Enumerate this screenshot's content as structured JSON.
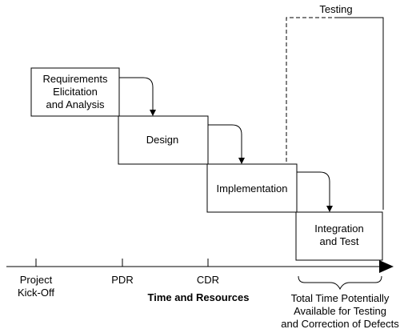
{
  "phases": [
    {
      "lines": [
        "Requirements",
        "Elicitation",
        "and Analysis"
      ]
    },
    {
      "lines": [
        "Design"
      ]
    },
    {
      "lines": [
        "Implementation"
      ]
    },
    {
      "lines": [
        "Integration",
        "and Test"
      ]
    }
  ],
  "testing_label": "Testing",
  "milestones": [
    {
      "lines": [
        "Project",
        "Kick-Off"
      ]
    },
    {
      "lines": [
        "PDR"
      ]
    },
    {
      "lines": [
        "CDR"
      ]
    }
  ],
  "axis_label": "Time and Resources",
  "brace_caption": [
    "Total Time Potentially",
    "Available for Testing",
    "and Correction of Defects"
  ]
}
